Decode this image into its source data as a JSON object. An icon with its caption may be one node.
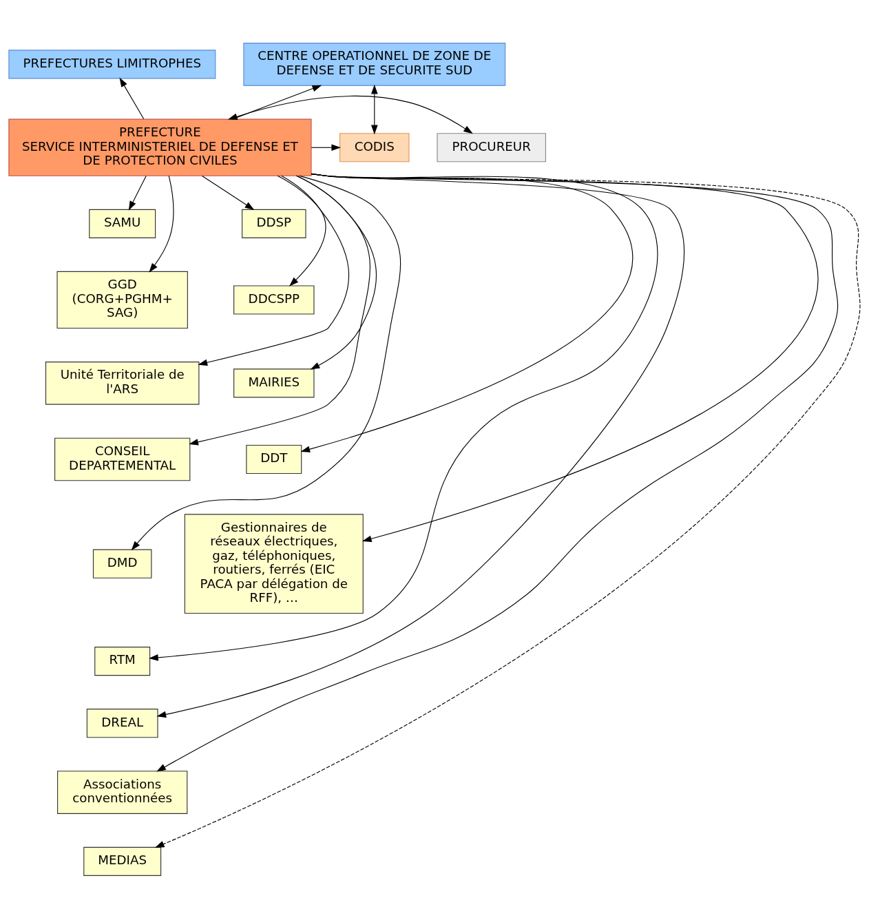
{
  "diagram": {
    "nodes": [
      {
        "text": [
          "CENTRE OPERATIONNEL DE ZONE DE DEFENSE ET DE SECURITE SUD"
        ]
      },
      {
        "text": [
          "PREFECTURES LIMITROPHES"
        ]
      },
      {
        "text": [
          "CODIS"
        ]
      },
      {
        "text": [
          "PREFECTURE",
          "SERVICE INTERMINISTERIEL DE DEFENSE ET DE PROTECTION CIVILES"
        ]
      },
      {
        "text": [
          "PROCUREUR"
        ]
      },
      {
        "text": [
          "SAMU"
        ]
      },
      {
        "text": [
          "GGD (CORG+PGHM+ SAG)"
        ]
      },
      {
        "text": [
          "DDSP"
        ]
      },
      {
        "text": [
          "Unité Territoriale de l'ARS"
        ]
      },
      {
        "text": [
          "DDCSPP"
        ]
      },
      {
        "text": [
          "CONSEIL DEPARTEMENTAL"
        ]
      },
      {
        "text": [
          "MAIRIES"
        ]
      },
      {
        "text": [
          "DMD"
        ]
      },
      {
        "text": [
          "DDT"
        ]
      },
      {
        "text": [
          "RTM"
        ]
      },
      {
        "text": [
          "DREAL"
        ]
      },
      {
        "text": [
          "Gestionnaires de réseaux électriques, gaz, téléphoniques, routiers, ferrés (EIC PACA par délégation de RFF), …"
        ]
      },
      {
        "text": [
          "Associations conventionnées"
        ]
      },
      {
        "text": [
          "MEDIAS"
        ]
      }
    ],
    "edges": [
      {
        "from": 2,
        "to": 0,
        "arrow": "both"
      },
      {
        "from": 3,
        "to": 0,
        "arrow": "to"
      },
      {
        "from": 3,
        "to": 1,
        "arrow": "to"
      },
      {
        "from": 3,
        "to": 2,
        "arrow": "to"
      },
      {
        "from": 3,
        "to": 4,
        "arrow": "both"
      },
      {
        "from": 3,
        "to": 5,
        "arrow": "to"
      },
      {
        "from": 3,
        "to": 6,
        "arrow": "to"
      },
      {
        "from": 3,
        "to": 7,
        "arrow": "to"
      },
      {
        "from": 3,
        "to": 8,
        "arrow": "to"
      },
      {
        "from": 3,
        "to": 9,
        "arrow": "to"
      },
      {
        "from": 3,
        "to": 10,
        "arrow": "to"
      },
      {
        "from": 3,
        "to": 11,
        "arrow": "to"
      },
      {
        "from": 3,
        "to": 12,
        "arrow": "to"
      },
      {
        "from": 3,
        "to": 13,
        "arrow": "to"
      },
      {
        "from": 3,
        "to": 14,
        "arrow": "to"
      },
      {
        "from": 3,
        "to": 15,
        "arrow": "to"
      },
      {
        "from": 3,
        "to": 16,
        "arrow": "to"
      },
      {
        "from": 3,
        "to": 17,
        "arrow": "to"
      },
      {
        "from": 3,
        "to": 18,
        "arrow": "to",
        "style": "dashed"
      }
    ]
  }
}
